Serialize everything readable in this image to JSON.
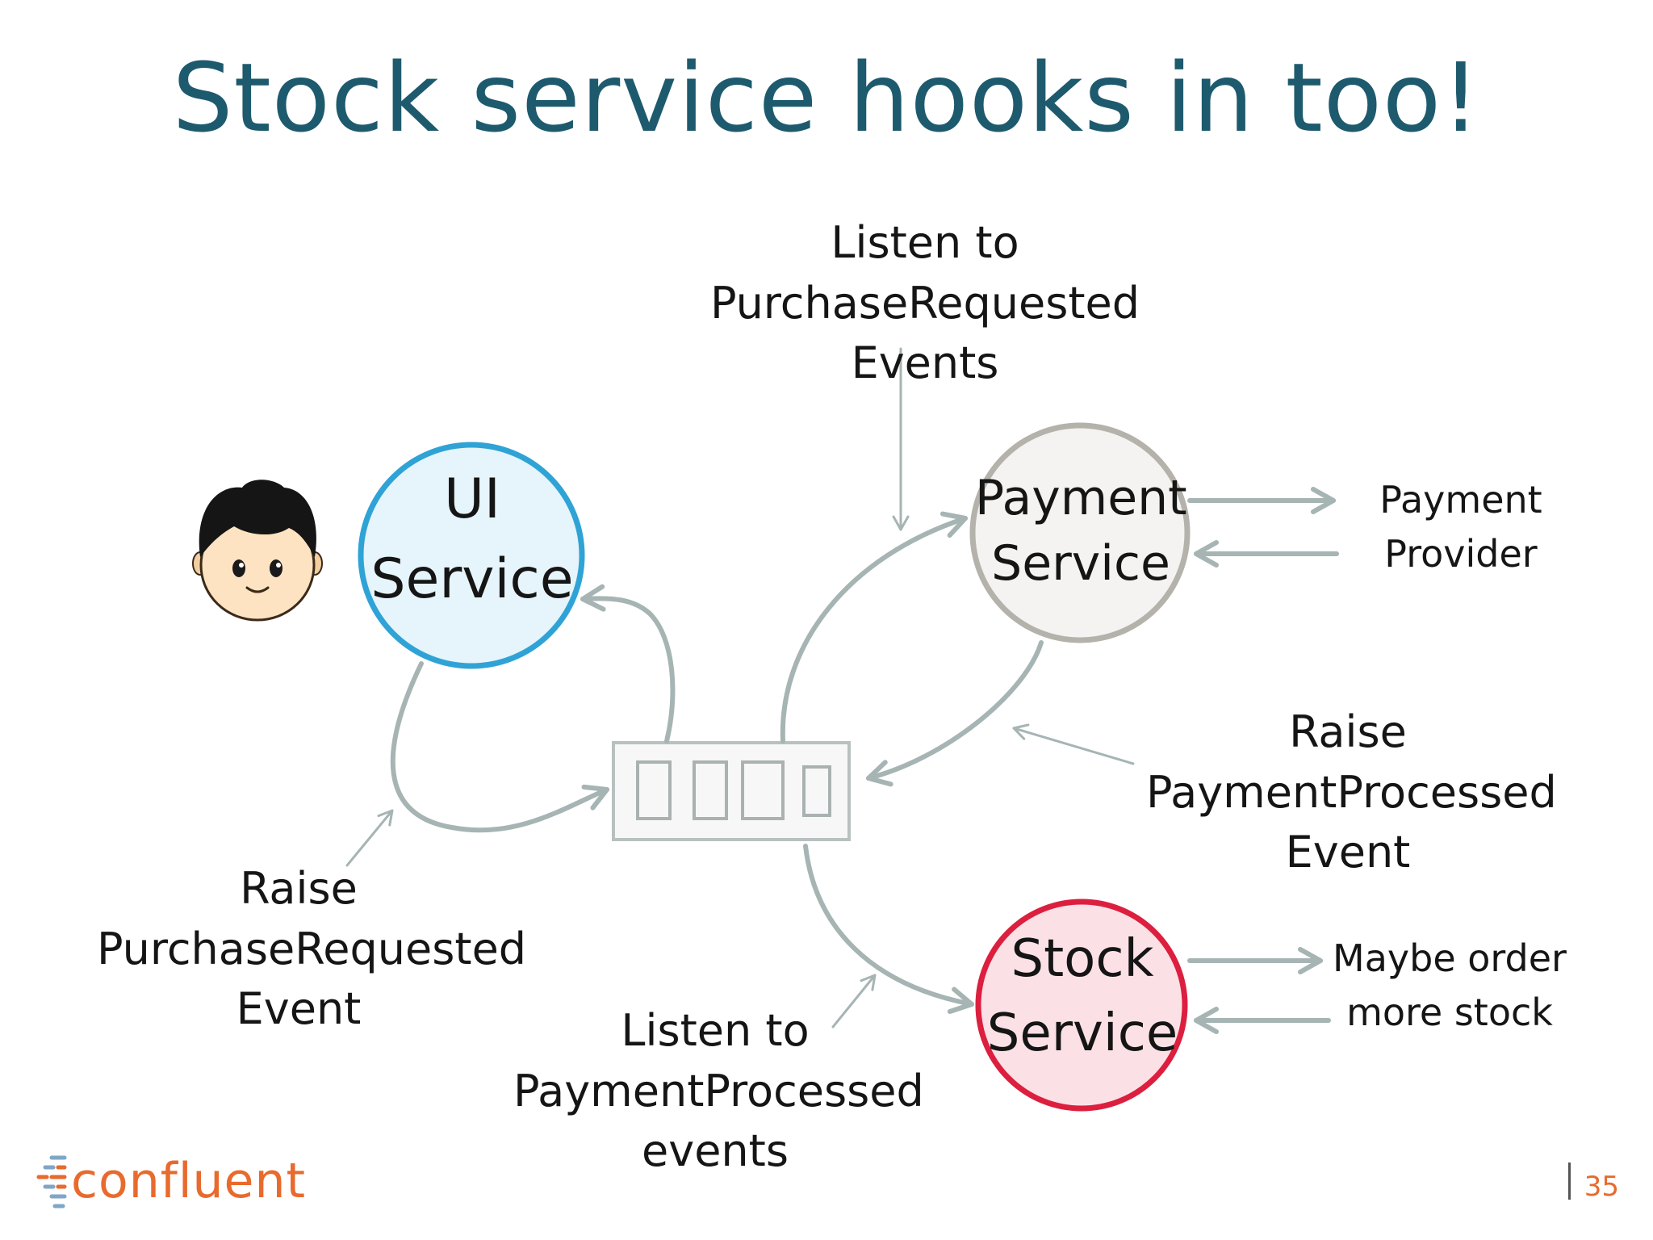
{
  "title": "Stock service hooks in too!",
  "nodes": {
    "ui_service": [
      "UI",
      "Service"
    ],
    "payment_service": [
      "Payment",
      "Service"
    ],
    "stock_service": [
      "Stock",
      "Service"
    ]
  },
  "labels": {
    "listen_purchase": [
      "Listen to",
      "PurchaseRequested Events"
    ],
    "payment_provider": [
      "Payment",
      "Provider"
    ],
    "raise_payment": [
      "Raise",
      "PaymentProcessed",
      "Event"
    ],
    "raise_purchase": [
      "Raise",
      "PurchaseRequested",
      "Event"
    ],
    "listen_payment": [
      "Listen to",
      "PaymentProcessed",
      "events"
    ],
    "maybe_order": [
      "Maybe order",
      "more stock"
    ]
  },
  "logo": "confluent",
  "page_number": "35",
  "colors": {
    "title": "#1e5a6e",
    "ui_stroke": "#2fa3d6",
    "ui_fill": "#e6f4fb",
    "payment_stroke": "#b5b2ab",
    "payment_fill": "#f4f3f1",
    "stock_stroke": "#dc1f3f",
    "stock_fill": "#fbe1e6",
    "arrow": "#a7b4b4",
    "accent": "#e86a2c"
  },
  "icons": [
    "user-face-icon",
    "event-log-icon",
    "confluent-logo-icon"
  ]
}
